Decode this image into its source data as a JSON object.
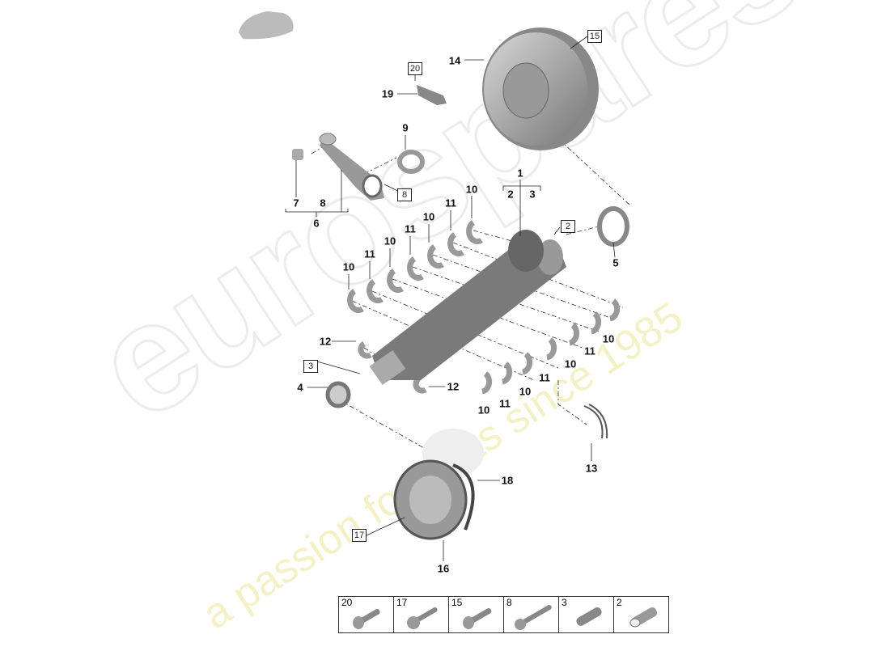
{
  "watermark": {
    "brand": "eurospares",
    "tagline": "a passion for parts since 1985"
  },
  "labels": {
    "p1": "1",
    "p2": "2",
    "p3": "3",
    "p4": "4",
    "p5": "5",
    "p6": "6",
    "p7": "7",
    "p8": "8",
    "p9": "9",
    "p10": "10",
    "p11": "11",
    "p12": "12",
    "p13": "13",
    "p14": "14",
    "p16": "16",
    "p18": "18",
    "p19": "19"
  },
  "boxed_refs": {
    "b2": "2",
    "b3": "3",
    "b8": "8",
    "b15": "15",
    "b17": "17",
    "b20": "20"
  },
  "fastener_table": [
    "20",
    "17",
    "15",
    "8",
    "3",
    "2"
  ]
}
